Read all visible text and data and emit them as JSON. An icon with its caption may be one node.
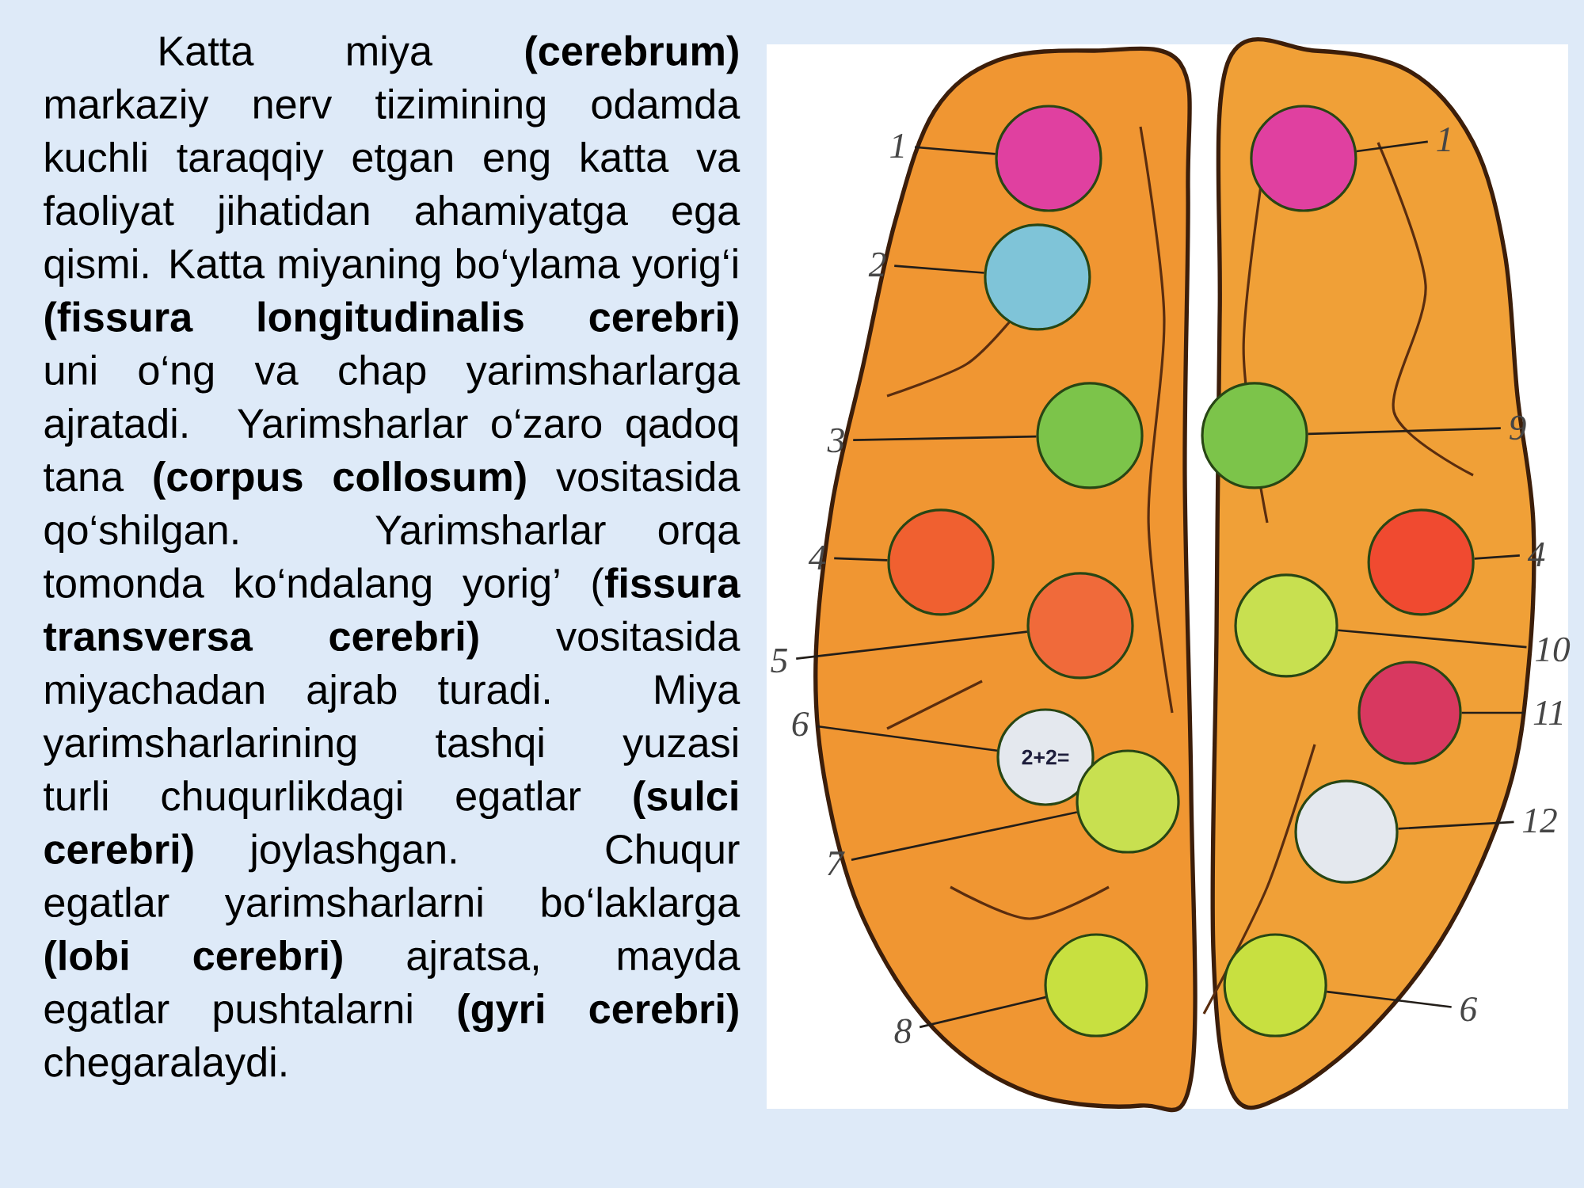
{
  "diagram": {
    "nodes": [
      {
        "text": [
          "1"
        ]
      },
      {
        "text": [
          "2"
        ]
      },
      {
        "text": [
          "3"
        ]
      },
      {
        "text": [
          "4"
        ]
      },
      {
        "text": [
          "5"
        ]
      },
      {
        "text": [
          "6"
        ]
      },
      {
        "text": [
          "7"
        ]
      },
      {
        "text": [
          "8"
        ]
      },
      {
        "text": [
          "1"
        ]
      },
      {
        "text": [
          "9"
        ]
      },
      {
        "text": [
          "4"
        ]
      },
      {
        "text": [
          "10"
        ]
      },
      {
        "text": [
          "11"
        ]
      },
      {
        "text": [
          "12"
        ]
      },
      {
        "text": [
          "6"
        ]
      },
      {
        "text": [],
        "shape": "circle"
      },
      {
        "text": [],
        "shape": "circle"
      },
      {
        "text": [],
        "shape": "circle"
      },
      {
        "text": [],
        "shape": "circle"
      },
      {
        "text": [],
        "shape": "circle"
      },
      {
        "text": [
          "2+2="
        ]
      },
      {
        "text": [],
        "shape": "circle"
      },
      {
        "text": [],
        "shape": "circle"
      },
      {
        "text": [],
        "shape": "circle"
      },
      {
        "text": [],
        "shape": "circle"
      },
      {
        "text": [],
        "shape": "circle"
      },
      {
        "text": [],
        "shape": "circle"
      },
      {
        "text": [],
        "shape": "circle"
      },
      {
        "text": [],
        "shape": "circle"
      },
      {
        "text": [],
        "shape": "circle"
      }
    ],
    "edges": [
      {
        "from": 0,
        "to": 15,
        "arrow": "none"
      },
      {
        "from": 1,
        "to": 16,
        "arrow": "none"
      },
      {
        "from": 2,
        "to": 17,
        "arrow": "none"
      },
      {
        "from": 3,
        "to": 18,
        "arrow": "none"
      },
      {
        "from": 4,
        "to": 19,
        "arrow": "none"
      },
      {
        "from": 5,
        "to": 20,
        "arrow": "none"
      },
      {
        "from": 6,
        "to": 21,
        "arrow": "none"
      },
      {
        "from": 7,
        "to": 22,
        "arrow": "none"
      },
      {
        "from": 8,
        "to": 23,
        "arrow": "none"
      },
      {
        "from": 9,
        "to": 24,
        "arrow": "none"
      },
      {
        "from": 10,
        "to": 25,
        "arrow": "none"
      },
      {
        "from": 11,
        "to": 26,
        "arrow": "none"
      },
      {
        "from": 12,
        "to": 27,
        "arrow": "none"
      },
      {
        "from": 13,
        "to": 28,
        "arrow": "none"
      },
      {
        "from": 14,
        "to": 29,
        "arrow": "none"
      }
    ],
    "labels": [
      "Katta miya **(cerebrum)** markaziy nerv tizimining odamda kuchli taraqqiy etgan eng katta va faoliyat jihatidan ahamiyatga ega qismi. Katta miyaning bo‘ylama yorig‘i **(fissura longitudinalis cerebri)** uni o‘ng va chap yarimsharlarga ajratadi. Yarimsharlar o‘zaro qadoq tana **(corpus collosum)** vositasida qo‘shilgan. Yarimsharlar orqa tomonda ko‘ndalang yorig’ (**fissura transversa cerebri)** vositasida miyachadan ajrab turadi. Miya yarimsharlarining tashqi yuzasi turli chuqurlikdagi egatlar **(sulci cerebri)** joylashgan. Chuqur egatlar yarimsharlarni bo‘laklarga **(lobi cerebri)** ajratsa, mayda egatlar pushtalarni **(gyri cerebri)** chegaralaydi."
    ]
  }
}
